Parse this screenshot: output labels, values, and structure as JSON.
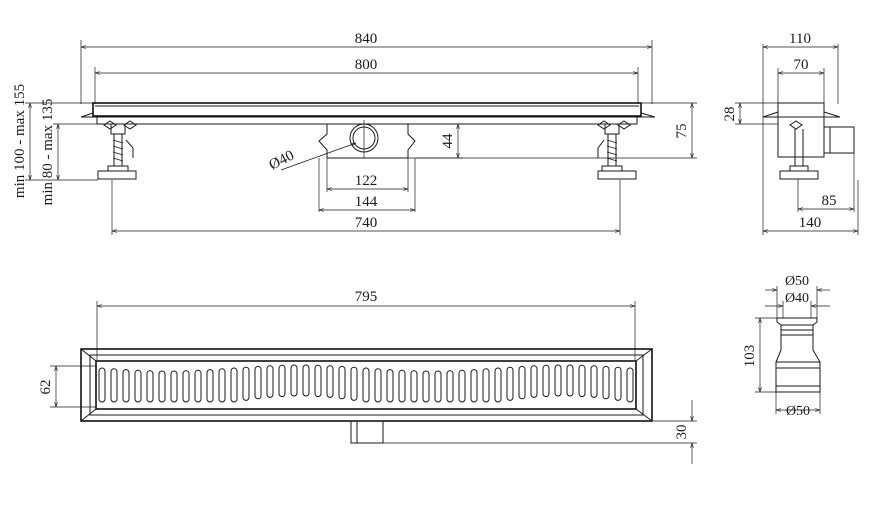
{
  "colors": {
    "line": "#1a1a1a",
    "background": "#ffffff"
  },
  "front_view": {
    "overall_length": "840",
    "grate_length": "800",
    "outlet_diameter": "Ø40",
    "outlet_width_inner": "122",
    "outlet_width_outer": "144",
    "foot_spacing": "740",
    "outlet_height": "44",
    "body_height": "75",
    "height_range_1": "min 100 - max 155",
    "height_range_2": "min 80 - max 135"
  },
  "side_view": {
    "total_width": "110",
    "channel_width": "70",
    "flange_height": "28",
    "outlet_offset": "85",
    "foot_width": "140"
  },
  "top_view": {
    "grate_length": "795",
    "grate_width": "62",
    "outlet_length": "30"
  },
  "outlet_detail": {
    "outer_diameter_top": "Ø50",
    "inner_diameter": "Ø40",
    "height": "103",
    "outer_diameter_bottom": "Ø50"
  }
}
